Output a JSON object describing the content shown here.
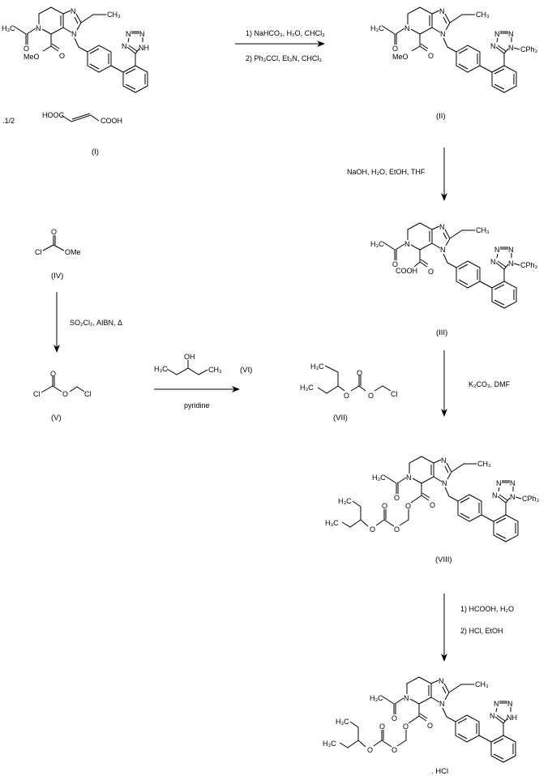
{
  "atoms": {
    "N": "N",
    "O": "O",
    "NH": "NH",
    "H3C": "H₃C",
    "CH3": "CH₃",
    "MeO": "MeO",
    "OMe": "OMe",
    "Cl": "Cl",
    "OH": "OH",
    "COOH": "COOH",
    "CPh3": "CPh₃",
    "HOOC": "HOOC"
  },
  "compounds": {
    "I": {
      "label": "(I)",
      "salt_prefix": ".1/2"
    },
    "II": {
      "label": "(II)"
    },
    "III": {
      "label": "(III)"
    },
    "IV": {
      "label": "(IV)"
    },
    "V": {
      "label": "(V)"
    },
    "VI": {
      "label": "(VI)"
    },
    "VII": {
      "label": "(VII)"
    },
    "VIII": {
      "label": "(VIII)"
    },
    "final": {
      "salt": ". HCl"
    }
  },
  "reagents": {
    "step1_line1": "1) NaHCO₃, H₂O, CHCl₃",
    "step1_line2": "2) Ph₃CCl, Et₃N, CHCl₃",
    "step2": "NaOH, H₂O, EtOH, THF",
    "step3": "SO₂Cl₂, AIBN, Δ",
    "step4": "pyridine",
    "step5": "K₂CO₃, DMF",
    "step6_line1": "1) HCOOH, H₂O",
    "step6_line2": "2) HCl, EtOH"
  }
}
